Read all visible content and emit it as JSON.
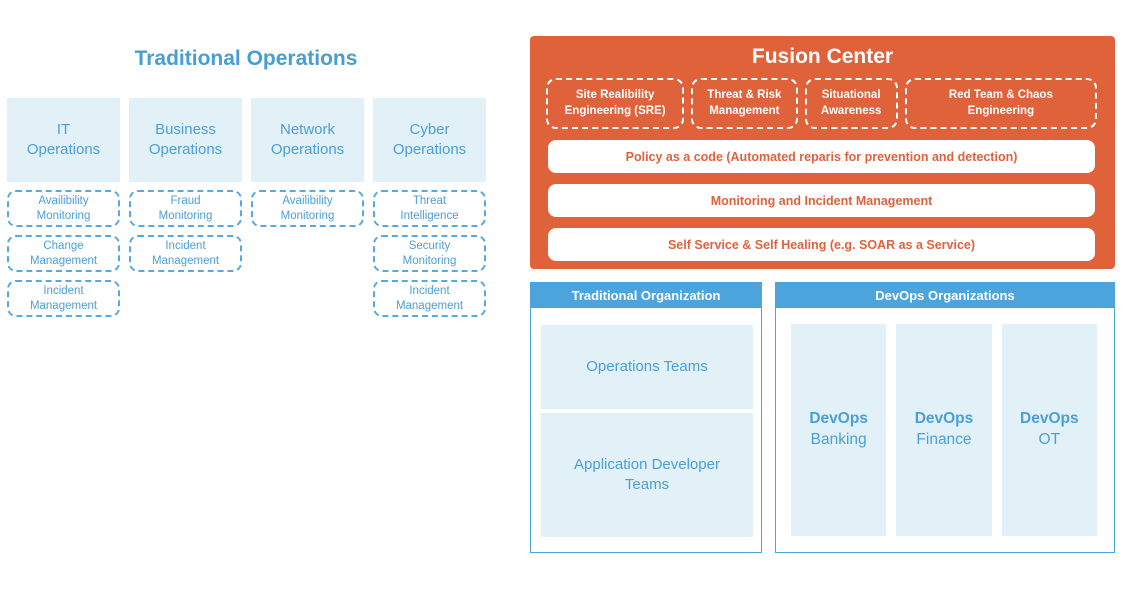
{
  "colors": {
    "orange": "#E0623B",
    "blue": "#4BA4DC",
    "light_blue_fill": "#E2F1F8",
    "text_blue": "#4A9FD8"
  },
  "left": {
    "title": "Traditional Operations",
    "columns": [
      {
        "label": "IT\nOperations",
        "items": [
          "Availibility\nMonitoring",
          "Change\nManagement",
          "Incident\nManagement"
        ]
      },
      {
        "label": "Business\nOperations",
        "items": [
          "Fraud\nMonitoring",
          "Incident\nManagement"
        ]
      },
      {
        "label": "Network\nOperations",
        "items": [
          "Availibility\nMonitoring"
        ]
      },
      {
        "label": "Cyber\nOperations",
        "items": [
          "Threat\nIntelligence",
          "Security\nMonitoring",
          "Incident\nManagement"
        ]
      }
    ]
  },
  "fusion": {
    "title": "Fusion Center",
    "pillars": [
      "Site Realibility\nEngineering (SRE)",
      "Threat & Risk\nManagement",
      "Situational\nAwareness",
      "Red Team & Chaos\nEngineering"
    ],
    "bars": [
      "Policy as a code (Automated reparis for prevention and detection)",
      "Monitoring and Incident Management",
      "Self Service & Self Healing (e.g. SOAR as a Service)"
    ]
  },
  "traditional_org": {
    "header": "Traditional Organization",
    "teams": [
      "Operations Teams",
      "Application Developer\nTeams"
    ]
  },
  "devops_org": {
    "header": "DevOps Organizations",
    "columns": [
      {
        "brand": "DevOps",
        "label": "Banking"
      },
      {
        "brand": "DevOps",
        "label": "Finance"
      },
      {
        "brand": "DevOps",
        "label": "OT"
      }
    ]
  }
}
